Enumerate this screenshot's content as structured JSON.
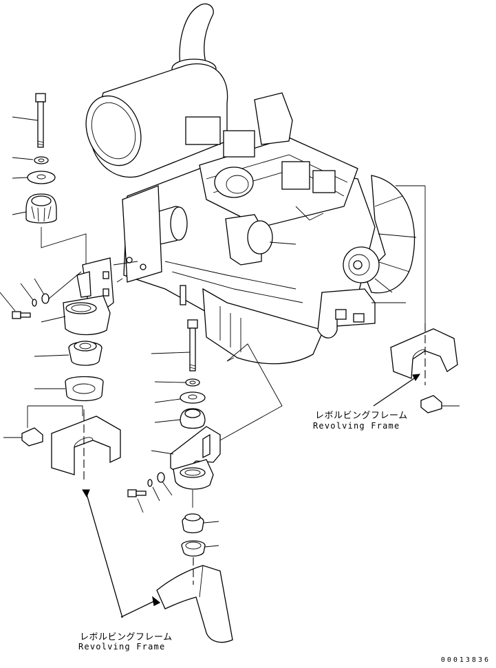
{
  "labels": {
    "right": {
      "jp": "レボルビングフレーム",
      "en": "Revolving Frame"
    },
    "bottom": {
      "jp": "レボルビングフレーム",
      "en": "Revolving Frame"
    }
  },
  "figure_number": "00013836"
}
